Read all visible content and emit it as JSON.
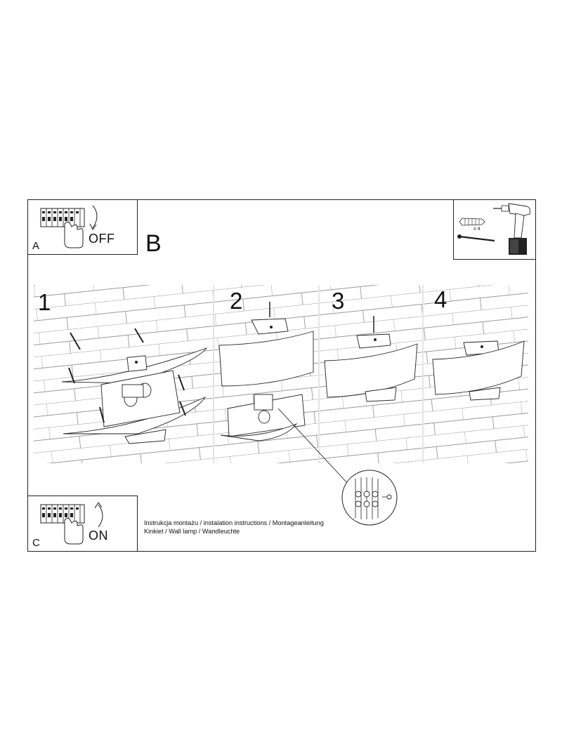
{
  "panel_a": {
    "letter": "A",
    "label": "OFF"
  },
  "panel_b": {
    "letter": "B"
  },
  "panel_c": {
    "letter": "C",
    "label": "ON"
  },
  "tools": {
    "quantity": "x 4",
    "icons": [
      "wall-plug-icon",
      "screw-icon",
      "drill-icon"
    ]
  },
  "steps": [
    {
      "number": "1"
    },
    {
      "number": "2"
    },
    {
      "number": "3"
    },
    {
      "number": "4"
    }
  ],
  "caption": {
    "line1": "Instrukcja montażu / instalation instructions / Montageanleitung",
    "line2": "Kinkiet / Wall lamp / Wandleuchte"
  }
}
